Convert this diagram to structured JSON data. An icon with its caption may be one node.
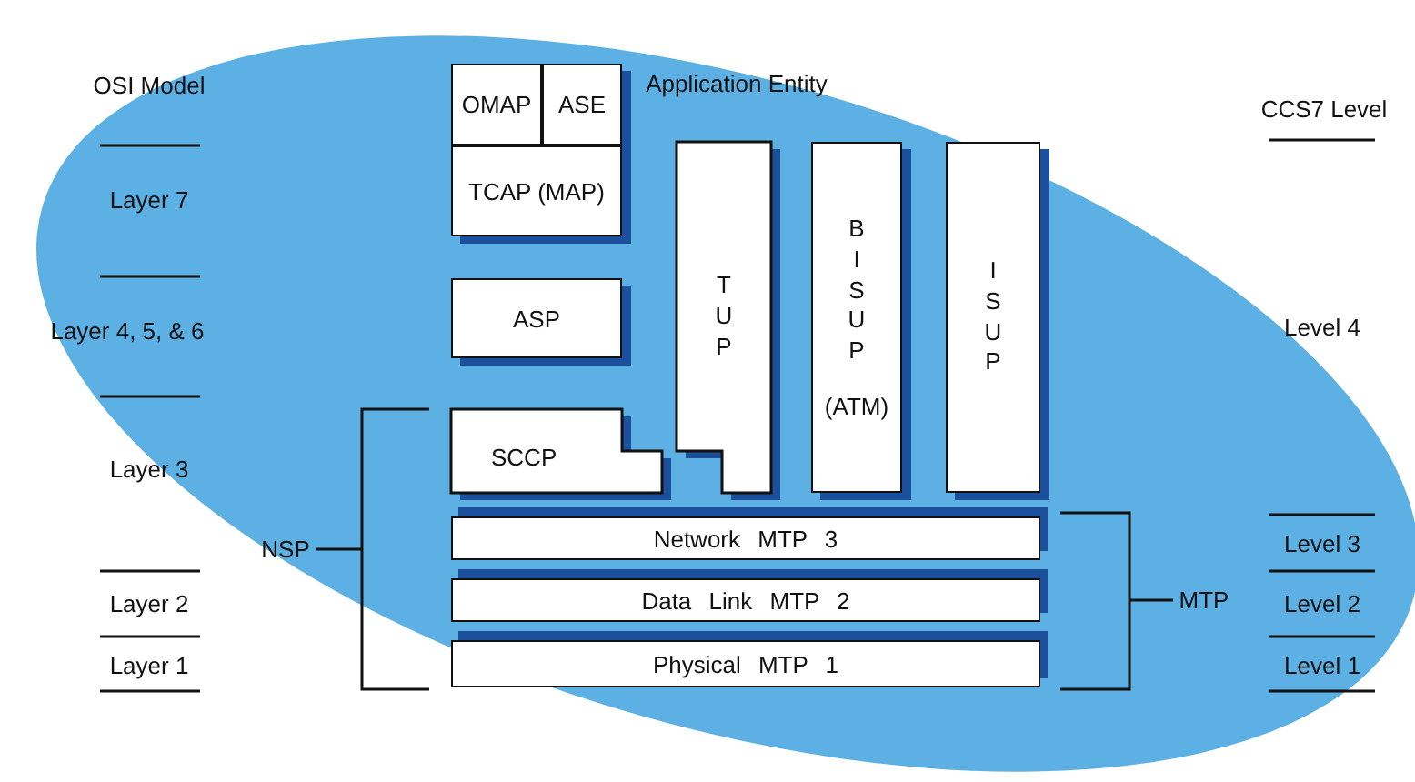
{
  "diagram": {
    "nodes": [
      {
        "text": [
          "OMAP"
        ]
      },
      {
        "text": [
          "ASE"
        ]
      },
      {
        "text": [
          "TCAP (MAP)"
        ]
      },
      {
        "text": [
          "ASP"
        ]
      },
      {
        "text": [
          "SCCP"
        ]
      },
      {
        "text": [
          "TUP"
        ]
      },
      {
        "text": [
          "BISUP",
          "(ATM)"
        ]
      },
      {
        "text": [
          "ISUP"
        ]
      },
      {
        "text": [
          "Network MTP 3"
        ]
      },
      {
        "text": [
          "Data Link MTP 2"
        ]
      },
      {
        "text": [
          "Physical MTP 1"
        ]
      }
    ],
    "edges": [],
    "labels": [
      "OSI Model",
      "Application Entity",
      "CCS7 Level",
      "Layer 7",
      "Layer 4, 5, & 6",
      "Level 4",
      "Layer 3",
      "NSP",
      "Level 3",
      "Layer 2",
      "MTP",
      "Level 2",
      "Layer 1",
      "Level 1"
    ]
  }
}
